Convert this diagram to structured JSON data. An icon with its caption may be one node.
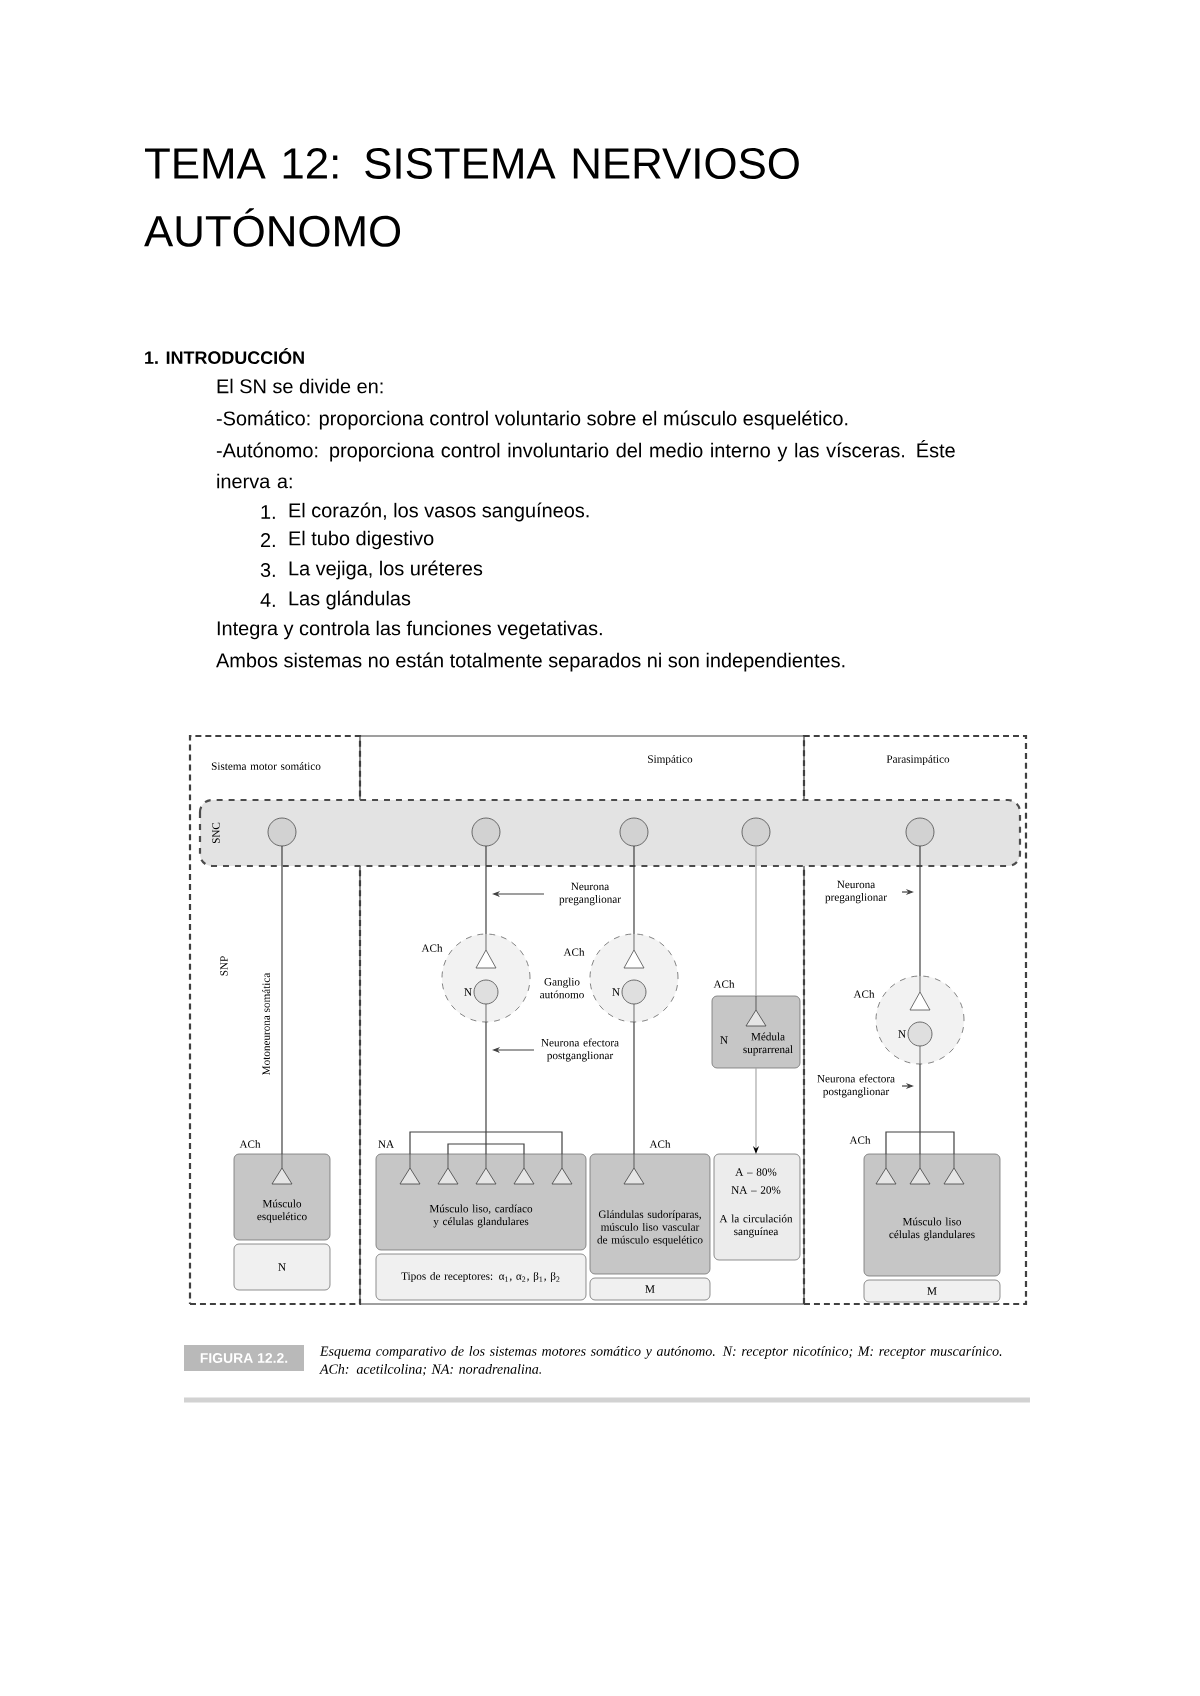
{
  "diagram": {
    "title": "TEMA 12: SISTEMA NERVIOSO AUTÓNOMO",
    "caption": "Esquema comparativo de los sistemas motores somático y autónomo. N: receptor nicotínico; M: receptor muscarínico. ACh: acetilcolina; NA: noradrenalina.",
    "nodes": [
      {
        "text": [
          "Sistema motor somático"
        ]
      },
      {
        "text": [
          "Simpático"
        ]
      },
      {
        "text": [
          "Parasimpático"
        ]
      },
      {
        "text": [
          "Neurona efectora postganglionar"
        ],
        "in": 2
      },
      {
        "text": [],
        "shape": "circle",
        "in": 0
      },
      {
        "text": [],
        "shape": "circle",
        "in": 1
      },
      {
        "text": [],
        "shape": "circle",
        "in": 1
      },
      {
        "text": [],
        "shape": "circle",
        "in": 1
      },
      {
        "text": [],
        "shape": "circle",
        "in": 2
      },
      {
        "text": [
          "N"
        ],
        "beside": [
          "ACh"
        ],
        "in": 1
      },
      {
        "text": [
          "N"
        ],
        "beside": [
          "ACh"
        ],
        "in": 1
      },
      {
        "text": [
          "N"
        ],
        "beside": [
          "ACh"
        ],
        "in": 2
      },
      {
        "text": [
          "N",
          "Médula suprarrenal"
        ],
        "beside": [
          "ACh"
        ],
        "in": 1
      },
      {
        "text": [
          "Músculo esquelético"
        ],
        "beside": [
          "ACh"
        ],
        "in": 0
      },
      {
        "text": [
          "N"
        ],
        "in": 0
      },
      {
        "text": [
          "Músculo liso, cardíaco y células glandulares"
        ],
        "beside": [
          "NA"
        ],
        "in": 1
      },
      {
        "text": [
          "Tipos de receptores: α$_{1}$, α$_{2}$, β$_{1}$, β$_{2}$"
        ],
        "in": 1
      },
      {
        "text": [
          "Glándulas sudoríparas, músculo liso vascular de músculo esquelético"
        ],
        "beside": [
          "ACh"
        ],
        "in": 1
      },
      {
        "text": [
          "M"
        ],
        "in": 1
      },
      {
        "text": [
          "A – 80%",
          "NA – 20%",
          "A la circulación sanguínea"
        ],
        "in": 1
      },
      {
        "text": [
          "Músculo liso células glandulares"
        ],
        "beside": [
          "ACh"
        ],
        "in": 2
      },
      {
        "text": [
          "M"
        ],
        "in": 2
      },
      {
        "text": [
          "Neurona preganglionar"
        ],
        "in": 1
      },
      {
        "text": [
          "Neurona efectora postganglionar"
        ],
        "in": 1
      },
      {
        "text": [
          "Neurona preganglionar"
        ],
        "in": 2
      }
    ],
    "edges": [
      {
        "from": 4,
        "to": 13,
        "arrow": "none"
      },
      {
        "from": 5,
        "to": 9,
        "arrow": "none"
      },
      {
        "from": 9,
        "to": 15,
        "arrow": "none"
      },
      {
        "from": 6,
        "to": 10,
        "arrow": "none"
      },
      {
        "from": 10,
        "to": 17,
        "arrow": "none"
      },
      {
        "from": 7,
        "to": 12,
        "arrow": "none",
        "color": "#a8a8a8"
      },
      {
        "from": 12,
        "to": 19,
        "arrow": "to",
        "color": "#a8a8a8"
      },
      {
        "from": 8,
        "to": 11,
        "arrow": "none"
      },
      {
        "from": 11,
        "to": 20,
        "arrow": "none"
      },
      {
        "from": 22,
        "to": null,
        "arrow": "to"
      },
      {
        "from": 23,
        "to": null,
        "arrow": "to"
      },
      {
        "from": 24,
        "to": null,
        "arrow": "to"
      },
      {
        "from": 3,
        "to": null,
        "arrow": "to"
      }
    ],
    "labels": [
      "1. INTRODUCCIÓN",
      "El SN se divide en:",
      "-Somático: proporciona control voluntario sobre el músculo esquelético.",
      "-Autónomo: proporciona control involuntario del medio interno y las vísceras. Éste inerva a:",
      "1.",
      "El corazón, los vasos sanguíneos.",
      "2.",
      "El tubo digestivo",
      "3.",
      "La vejiga, los uréteres",
      "4.",
      "Las glándulas",
      "Integra y controla las funciones vegetativas.",
      "Ambos sistemas no están totalmente separados ni son independientes.",
      "SNP",
      "Motoneurona somática",
      "Ganglio autónomo",
      "FIGURA 12.2.",
      "SNC"
    ]
  }
}
